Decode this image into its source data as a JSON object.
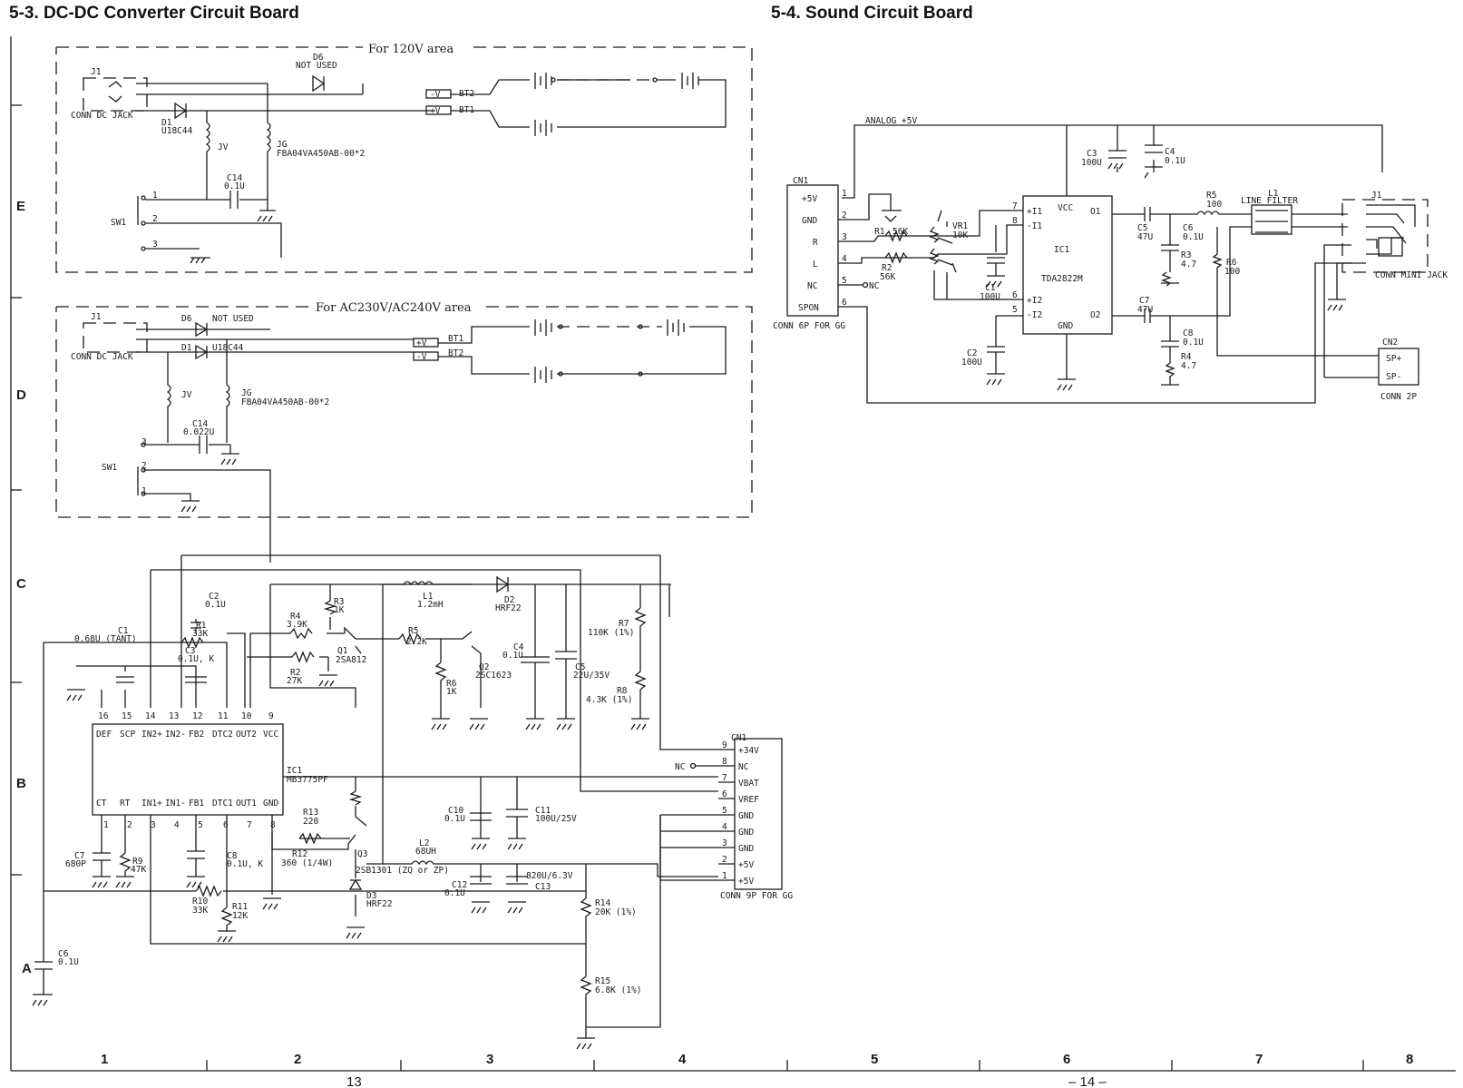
{
  "titles": {
    "dcdc": "5-3. DC-DC Converter Circuit Board",
    "sound": "5-4. Sound Circuit Board"
  },
  "dcdc": {
    "box120": {
      "label": "For 120V area",
      "jack": "J1",
      "conn": "CONN DC JACK",
      "d6": "D6",
      "d6_note": "NOT USED",
      "d1": "D1",
      "d1_part": "U18C44",
      "jv": "JV",
      "jg": "JG",
      "jg_part": "FBA04VA450AB-00*2",
      "c14": "C14",
      "c14_val": "0.1U",
      "sw": "SW1",
      "p1": "1",
      "p2": "2",
      "p3": "3",
      "vneg": "-V",
      "vpos": "+V",
      "bt2": "BT2",
      "bt1": "BT1"
    },
    "box230": {
      "label": "For AC230V/AC240V area",
      "jack": "J1",
      "conn": "CONN DC JACK",
      "d6": "D6",
      "d6_note": "NOT USED",
      "d1": "D1",
      "d1_part": "U18C44",
      "jv": "JV",
      "jg": "JG",
      "jg_part": "FBA04VA450AB-00*2",
      "c14": "C14",
      "c14_val": "0.022U",
      "sw": "SW1",
      "p1": "1",
      "p2": "2",
      "p3": "3",
      "vpos": "+V",
      "vneg": "-V",
      "bt1": "BT1",
      "bt2": "BT2"
    },
    "main": {
      "c1": "C1",
      "c1_val": "0.68U (TANT)",
      "c2": "C2",
      "c2_val": "0.1U",
      "r1": "R1",
      "r1_val": "33K",
      "c3": "C3",
      "c3_val": "0.1U, K",
      "r4": "R4",
      "r4_val": "3.9K",
      "r3": "R3",
      "r3_val": "1K",
      "r2": "R2",
      "r2_val": "27K",
      "q1": "Q1",
      "q1_part": "2SA812",
      "r5": "R5",
      "r5_val": "2.2K",
      "r6": "R6",
      "r6_val": "1K",
      "q2": "Q2",
      "q2_part": "2SC1623",
      "l1": "L1",
      "l1_val": "1.2mH",
      "d2": "D2",
      "d2_part": "HRF22",
      "c4": "C4",
      "c4_val": "0.1U",
      "c5": "C5",
      "c5_val": "22U/35V",
      "r7": "R7",
      "r7_val": "110K (1%)",
      "r8": "R8",
      "r8_val": "4.3K (1%)",
      "ic1": "IC1",
      "ic1_part": "MB3775PF",
      "pins_top": [
        "16",
        "15",
        "14",
        "13",
        "12",
        "11",
        "10",
        "9"
      ],
      "pins_top_names": [
        "DEF",
        "SCP",
        "IN2+",
        "IN2-",
        "FB2",
        "DTC2",
        "OUT2",
        "VCC"
      ],
      "pins_bot": [
        "1",
        "2",
        "3",
        "4",
        "5",
        "6",
        "7",
        "8"
      ],
      "pins_bot_names": [
        "CT",
        "RT",
        "IN1+",
        "IN1-",
        "FB1",
        "DTC1",
        "OUT1",
        "GND"
      ],
      "r13": "R13",
      "r13_val": "220",
      "r12": "R12",
      "r12_val": "360 (1/4W)",
      "q3": "Q3",
      "q3_part": "2SB1301 (ZQ or ZP)",
      "d3": "D3",
      "d3_part": "HRF22",
      "l2": "L2",
      "l2_val": "68UH",
      "c10": "C10",
      "c10_val": "0.1U",
      "c11": "C11",
      "c11_val": "100U/25V",
      "c12": "C12",
      "c12_val": "0.1U",
      "c13": "C13",
      "c13_val": "820U/6.3V",
      "c7": "C7",
      "c7_val": "680P",
      "r9": "R9",
      "r9_val": "47K",
      "c8": "C8",
      "c8_val": "0.1U, K",
      "r10": "R10",
      "r10_val": "33K",
      "r11": "R11",
      "r11_val": "12K",
      "c6": "C6",
      "c6_val": "0.1U",
      "r14": "R14",
      "r14_val": "20K (1%)",
      "r15": "R15",
      "r15_val": "6.8K (1%)",
      "nc": "NC",
      "cn1": "CN1",
      "cn1_pins": [
        "9",
        "8",
        "7",
        "6",
        "5",
        "4",
        "3",
        "2",
        "1"
      ],
      "cn1_names": [
        "+34V",
        "NC",
        "VBAT",
        "VREF",
        "GND",
        "GND",
        "GND",
        "+5V",
        "+5V"
      ],
      "cn1_footer": "CONN 9P FOR GG"
    }
  },
  "sound": {
    "analog": "ANALOG +5V",
    "cn1": "CN1",
    "cn1_names": [
      "+5V",
      "GND",
      "R",
      "L",
      "NC",
      "SPON"
    ],
    "cn1_pins": [
      "1",
      "2",
      "3",
      "4",
      "5",
      "6"
    ],
    "cn1_footer": "CONN 6P FOR GG",
    "nc": "NC",
    "r1": "R1",
    "r1_val": "56K",
    "r2": "R2",
    "r2_val": "56K",
    "vr1": "VR1",
    "vr1_val": "10K",
    "c1": "C1",
    "c1_val": "100U",
    "c2": "C2",
    "c2_val": "100U",
    "c3": "C3",
    "c3_val": "100U",
    "c4": "C4",
    "c4_val": "0.1U",
    "ic1": "IC1",
    "ic1_part": "TDA2822M",
    "ic_pins_left": [
      "+I1",
      "-I1",
      "+I2",
      "-I2"
    ],
    "ic_pin_nums_left": [
      "7",
      "8",
      "6",
      "5"
    ],
    "ic_o1": "O1",
    "ic_o2": "O2",
    "ic_vcc": "VCC",
    "ic_gnd": "GND",
    "c5": "C5",
    "c5_val": "47U",
    "c6": "C6",
    "c6_val": "0.1U",
    "c7": "C7",
    "c7_val": "47U",
    "c8": "C8",
    "c8_val": "0.1U",
    "r3": "R3",
    "r3_val": "4.7",
    "r4": "R4",
    "r4_val": "4.7",
    "r5": "R5",
    "r5_val": "100",
    "r6": "R6",
    "r6_val": "100",
    "l1": "L1",
    "l1_name": "LINE FILTER",
    "j1": "J1",
    "j1_footer": "CONN MINI JACK",
    "cn2": "CN2",
    "cn2_names": [
      "SP+",
      "SP-"
    ],
    "cn2_footer": "CONN 2P"
  },
  "grid": {
    "rows": [
      "E",
      "D",
      "C",
      "B",
      "A"
    ],
    "cols": [
      "1",
      "2",
      "3",
      "4",
      "5",
      "6",
      "7",
      "8"
    ]
  },
  "page": {
    "left": "13",
    "right": "– 14 –"
  }
}
